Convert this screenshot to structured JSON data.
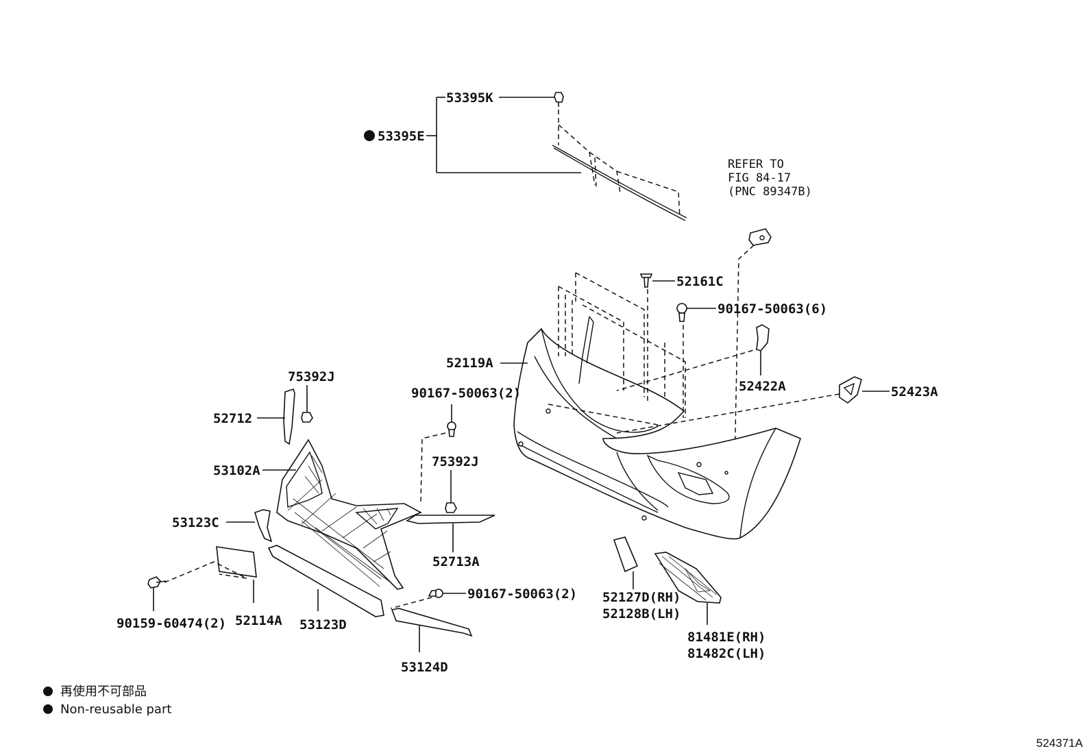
{
  "labels": {
    "l_53395K": "53395K",
    "l_53395E": "53395E",
    "l_52161C": "52161C",
    "l_90167_6": "90167-50063(6)",
    "l_52119A": "52119A",
    "l_52422A": "52422A",
    "l_52423A": "52423A",
    "l_75392J_a": "75392J",
    "l_52712": "52712",
    "l_53102A": "53102A",
    "l_90167_2a": "90167-50063(2)",
    "l_75392J_b": "75392J",
    "l_53123C": "53123C",
    "l_52713A": "52713A",
    "l_90167_2b": "90167-50063(2)",
    "l_90159": "90159-60474(2)",
    "l_52114A": "52114A",
    "l_53123D": "53123D",
    "l_53124D": "53124D",
    "l_52127D": "52127D(RH)",
    "l_52128B": "52128B(LH)",
    "l_81481E": "81481E(RH)",
    "l_81482C": "81482C(LH)"
  },
  "refer_note": {
    "line1": "REFER TO",
    "line2": "FIG 84-17",
    "line3": "(PNC 89347B)"
  },
  "legend": {
    "jp": "再使用不可部品",
    "en": "Non-reusable part"
  },
  "figure_code": "524371A"
}
